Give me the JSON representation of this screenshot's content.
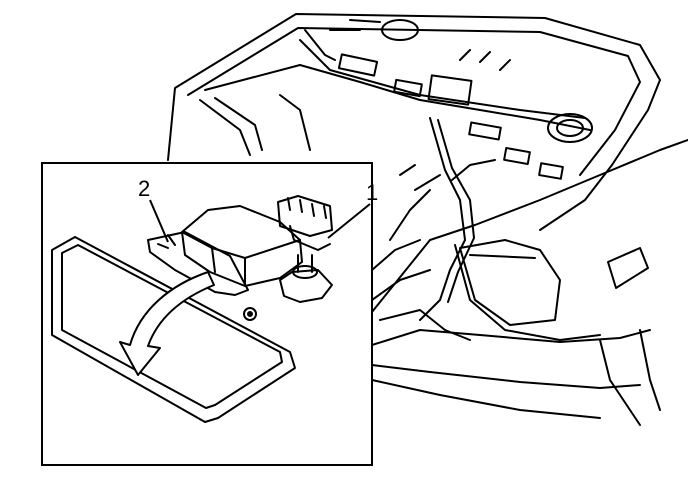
{
  "figure": {
    "callouts": [
      {
        "id": "callout-1",
        "label": "1"
      },
      {
        "id": "callout-2",
        "label": "2"
      }
    ],
    "colors": {
      "line": "#000000",
      "background": "#ffffff"
    }
  }
}
